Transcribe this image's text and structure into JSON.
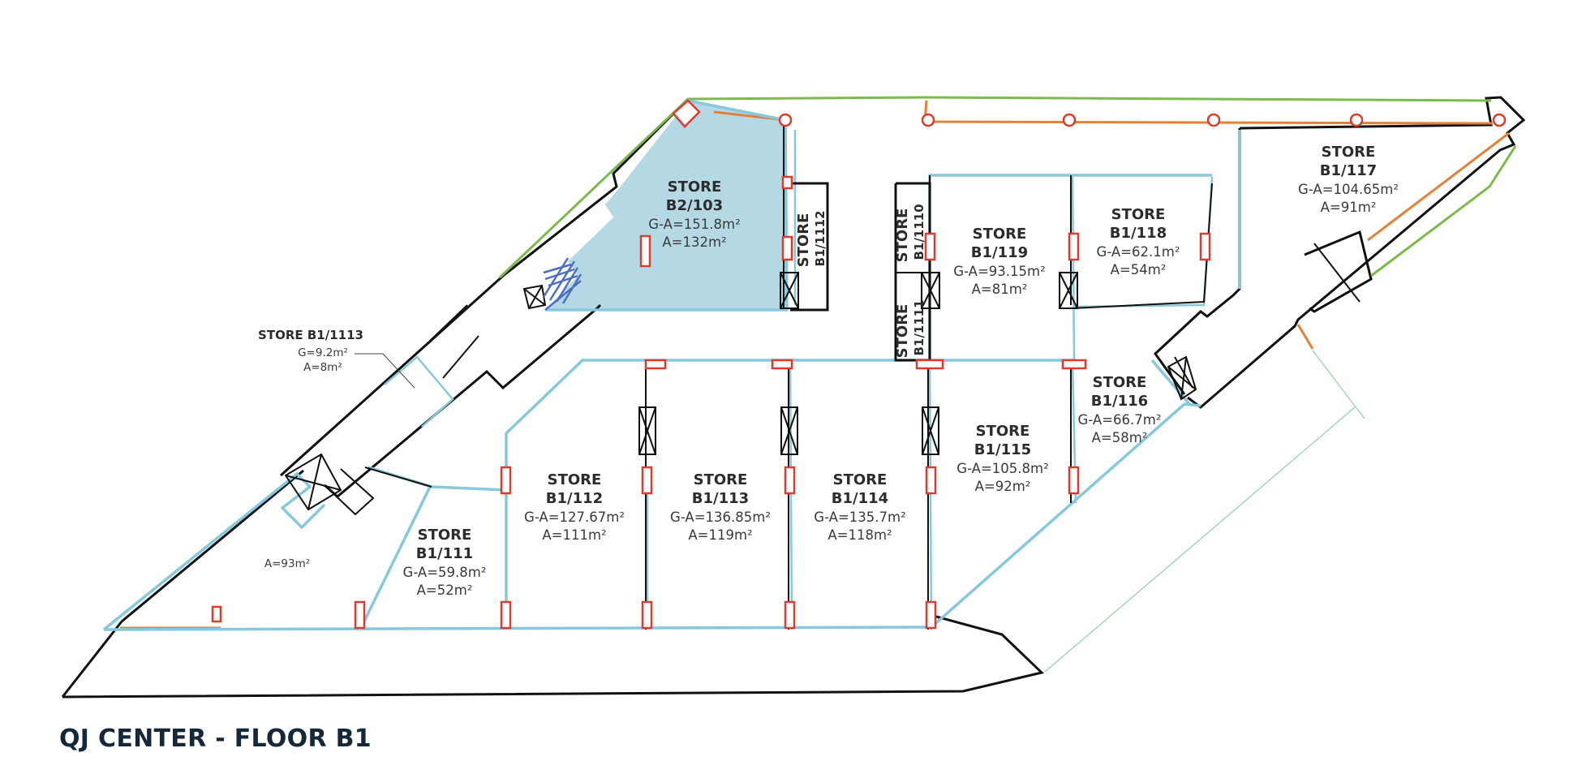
{
  "title": "QJ CENTER - FLOOR B1",
  "colors": {
    "wall": "#111111",
    "unit_boundary": "#86c8dc",
    "facade_green": "#7cba4c",
    "facade_orange": "#e2813a",
    "door_red": "#dd3b2f",
    "stairs": "#4c6fc2",
    "highlight_fill": "#b4d9e5",
    "title": "#15283a"
  },
  "stores": {
    "b2_103": {
      "line1": "STORE",
      "line2": "B2/103",
      "gross": "G-A=151.8m²",
      "net": "A=132m²",
      "highlighted": true
    },
    "b1_111": {
      "line1": "STORE",
      "line2": "B1/111",
      "gross": "G-A=59.8m²",
      "net": "A=52m²"
    },
    "b1_112": {
      "line1": "STORE",
      "line2": "B1/112",
      "gross": "G-A=127.67m²",
      "net": "A=111m²"
    },
    "b1_113": {
      "line1": "STORE",
      "line2": "B1/113",
      "gross": "G-A=136.85m²",
      "net": "A=119m²"
    },
    "b1_114": {
      "line1": "STORE",
      "line2": "B1/114",
      "gross": "G-A=135.7m²",
      "net": "A=118m²"
    },
    "b1_115": {
      "line1": "STORE",
      "line2": "B1/115",
      "gross": "G-A=105.8m²",
      "net": "A=92m²"
    },
    "b1_116": {
      "line1": "STORE",
      "line2": "B1/116",
      "gross": "G-A=66.7m²",
      "net": "A=58m²"
    },
    "b1_117": {
      "line1": "STORE",
      "line2": "B1/117",
      "gross": "G-A=104.65m²",
      "net": "A=91m²"
    },
    "b1_118": {
      "line1": "STORE",
      "line2": "B1/118",
      "gross": "G-A=62.1m²",
      "net": "A=54m²"
    },
    "b1_119": {
      "line1": "STORE",
      "line2": "B1/119",
      "gross": "G-A=93.15m²",
      "net": "A=81m²"
    },
    "b1_1110": {
      "line1": "STORE",
      "line2": "B1/1110"
    },
    "b1_1111": {
      "line1": "STORE",
      "line2": "B1/1111"
    },
    "b1_1112": {
      "line1": "STORE",
      "line2": "B1/1112"
    },
    "b1_1113": {
      "name": "STORE B1/1113",
      "gross": "G=9.2m²",
      "net": "A=8m²"
    },
    "unnamed_left": {
      "net": "A=93m²"
    }
  }
}
